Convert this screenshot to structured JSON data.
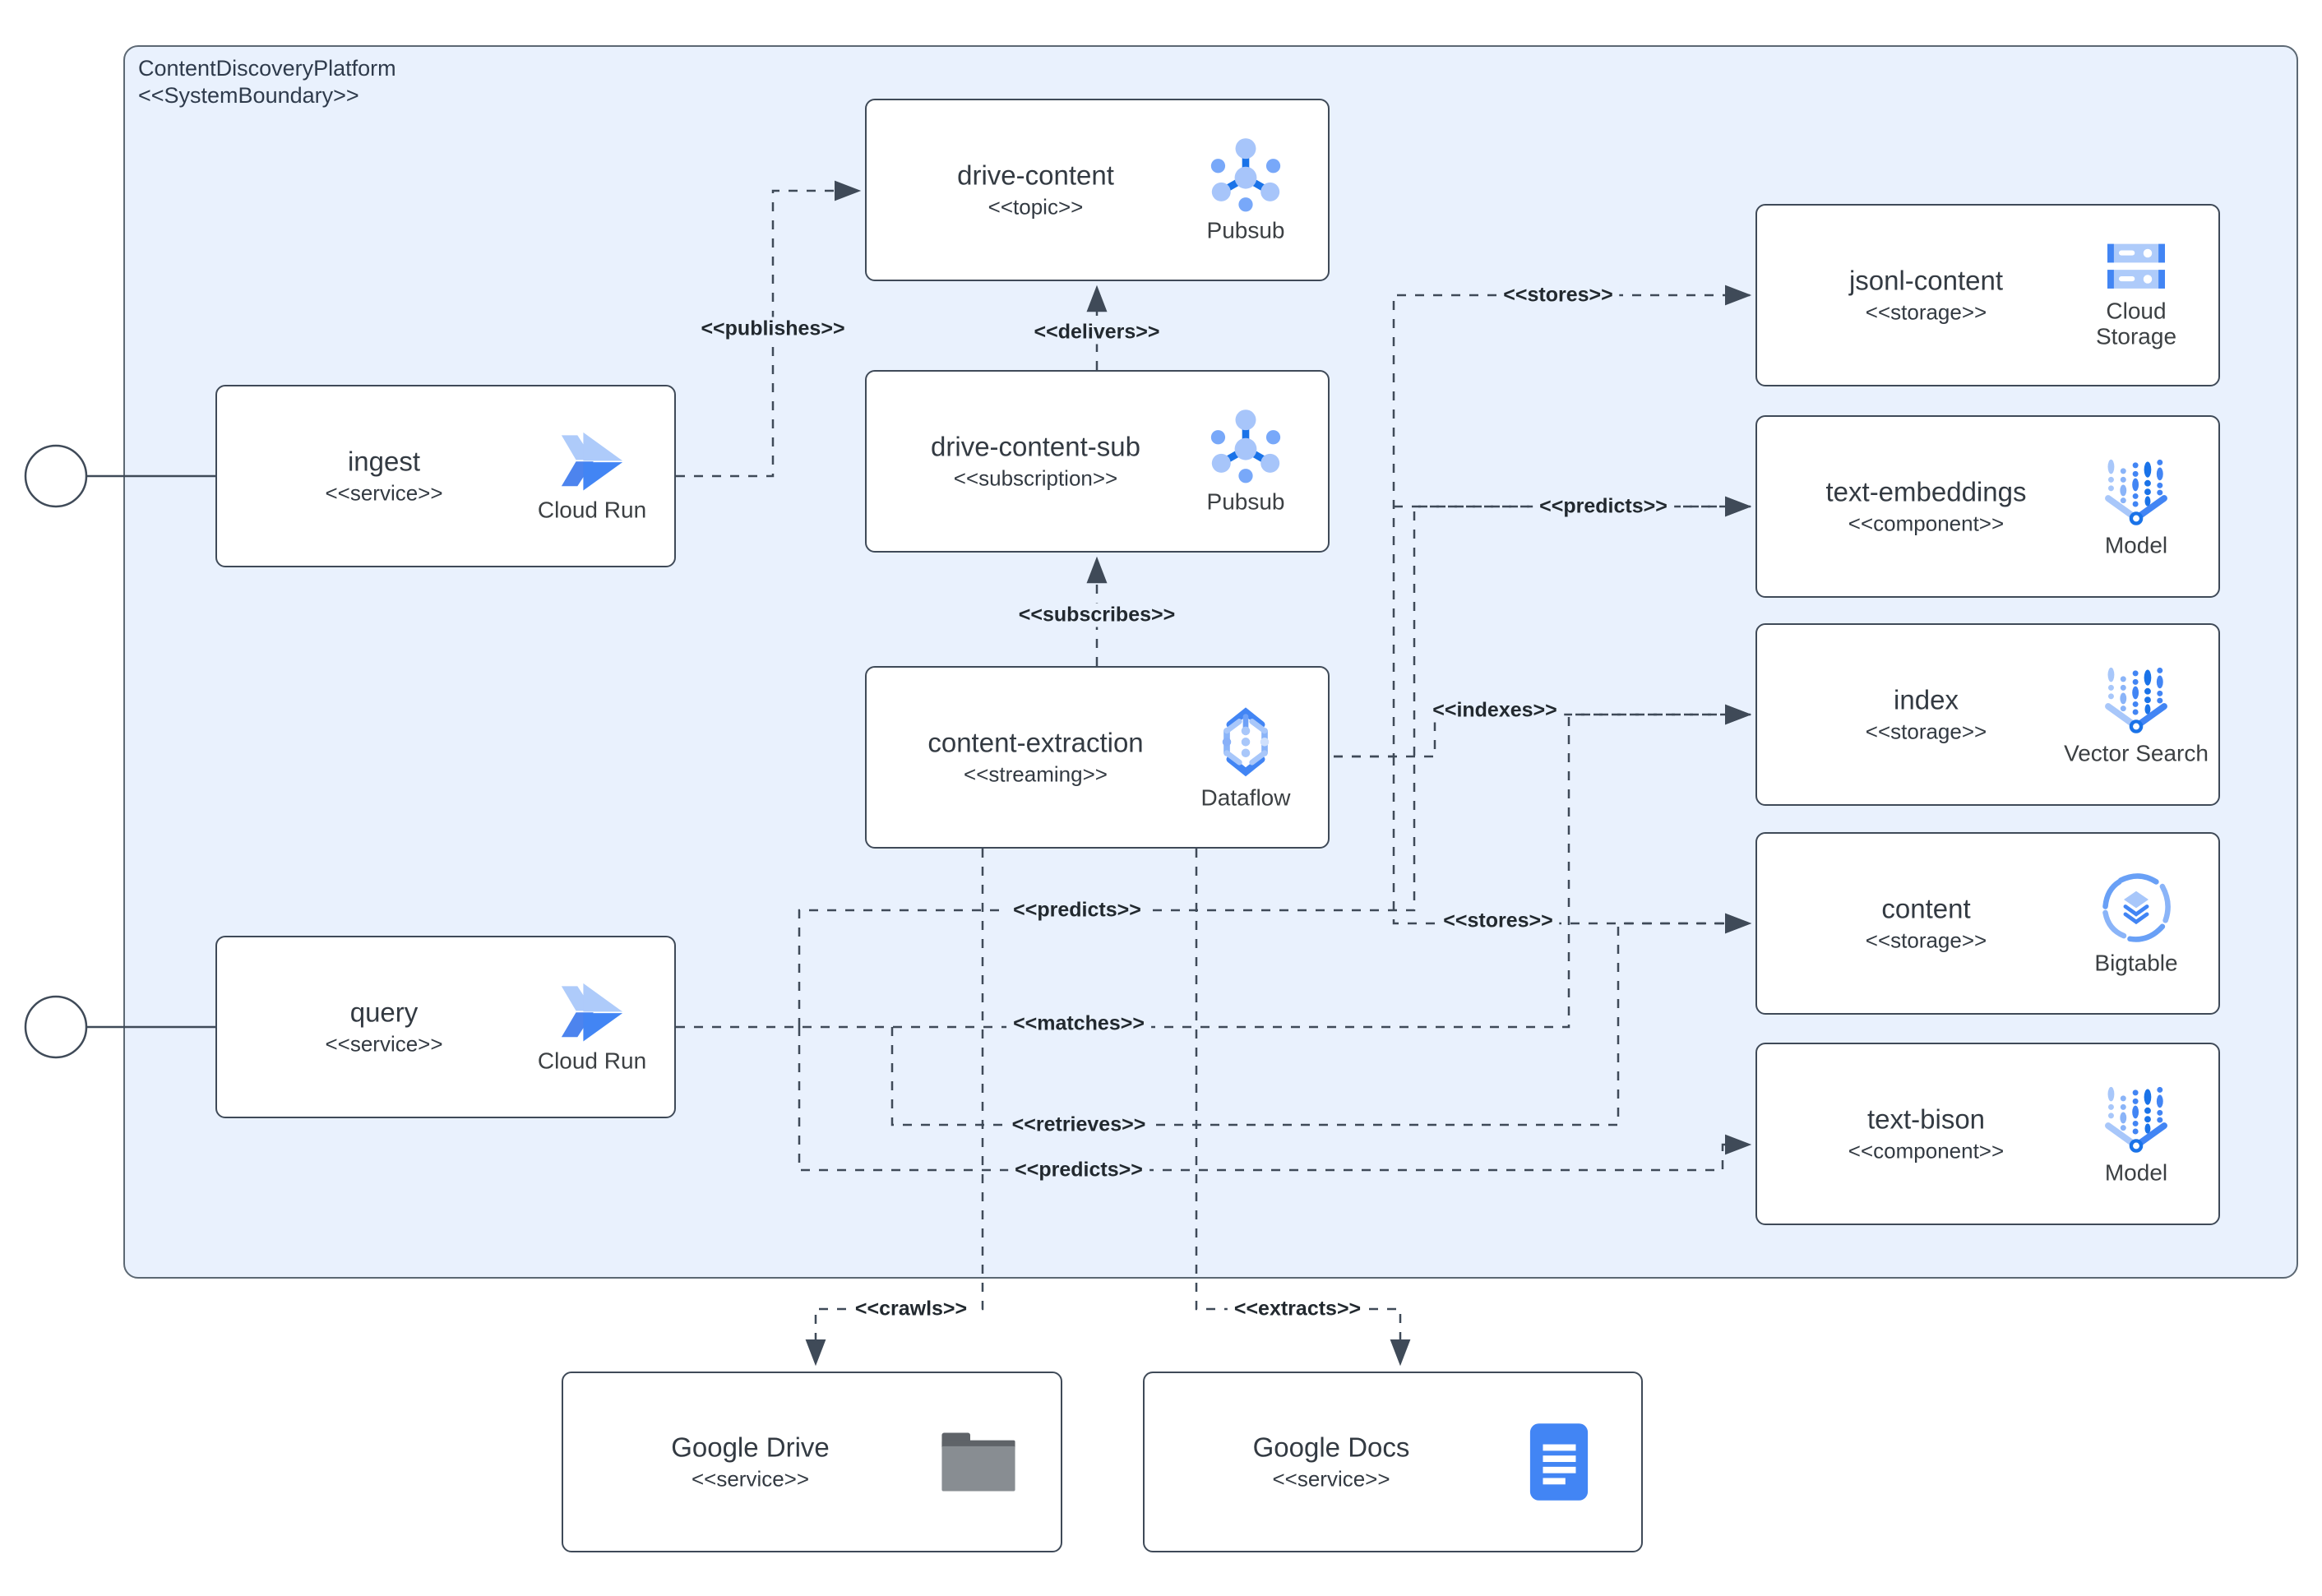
{
  "diagram": {
    "boundary": {
      "title": "ContentDiscoveryPlatform",
      "stereotype": "<<SystemBoundary>>"
    },
    "colors": {
      "boundary_fill": "#e9f1fd",
      "node_fill": "#ffffff",
      "node_border": "#3f4a58",
      "line": "#3f4a58",
      "google_blue": "#4285f4",
      "light_blue": "#aecbfa",
      "mid_blue": "#669df6",
      "dark_blue": "#1a73e8",
      "folder_gray": "#5f6368"
    },
    "nodes": {
      "ingest": {
        "name": "ingest",
        "stereotype": "<<service>>",
        "tech": "Cloud Run",
        "icon": "cloud-run-icon"
      },
      "query": {
        "name": "query",
        "stereotype": "<<service>>",
        "tech": "Cloud Run",
        "icon": "cloud-run-icon"
      },
      "drive_content": {
        "name": "drive-content",
        "stereotype": "<<topic>>",
        "tech": "Pubsub",
        "icon": "pubsub-icon"
      },
      "drive_content_sub": {
        "name": "drive-content-sub",
        "stereotype": "<<subscription>>",
        "tech": "Pubsub",
        "icon": "pubsub-icon"
      },
      "content_extraction": {
        "name": "content-extraction",
        "stereotype": "<<streaming>>",
        "tech": "Dataflow",
        "icon": "dataflow-icon"
      },
      "jsonl_content": {
        "name": "jsonl-content",
        "stereotype": "<<storage>>",
        "tech": "Cloud Storage",
        "icon": "cloud-storage-icon"
      },
      "text_embeddings": {
        "name": "text-embeddings",
        "stereotype": "<<component>>",
        "tech": "Model",
        "icon": "model-icon"
      },
      "index": {
        "name": "index",
        "stereotype": "<<storage>>",
        "tech": "Vector Search",
        "icon": "vector-search-icon"
      },
      "content": {
        "name": "content",
        "stereotype": "<<storage>>",
        "tech": "Bigtable",
        "icon": "bigtable-icon"
      },
      "text_bison": {
        "name": "text-bison",
        "stereotype": "<<component>>",
        "tech": "Model",
        "icon": "model-icon"
      },
      "google_drive": {
        "name": "Google Drive",
        "stereotype": "<<service>>",
        "icon": "folder-icon"
      },
      "google_docs": {
        "name": "Google Docs",
        "stereotype": "<<service>>",
        "icon": "google-docs-icon"
      }
    },
    "edges": {
      "publishes": {
        "label": "<<publishes>>"
      },
      "delivers": {
        "label": "<<delivers>>"
      },
      "subscribes": {
        "label": "<<subscribes>>"
      },
      "stores_jsonl": {
        "label": "<<stores>>"
      },
      "predicts_embeddings": {
        "label": "<<predicts>>"
      },
      "indexes": {
        "label": "<<indexes>>"
      },
      "stores_content": {
        "label": "<<stores>>"
      },
      "matches": {
        "label": "<<matches>>"
      },
      "predicts_query_embeddings": {
        "label": "<<predicts>>"
      },
      "retrieves": {
        "label": "<<retrieves>>"
      },
      "predicts_bison": {
        "label": "<<predicts>>"
      },
      "crawls": {
        "label": "<<crawls>>"
      },
      "extracts": {
        "label": "<<extracts>>"
      }
    }
  }
}
